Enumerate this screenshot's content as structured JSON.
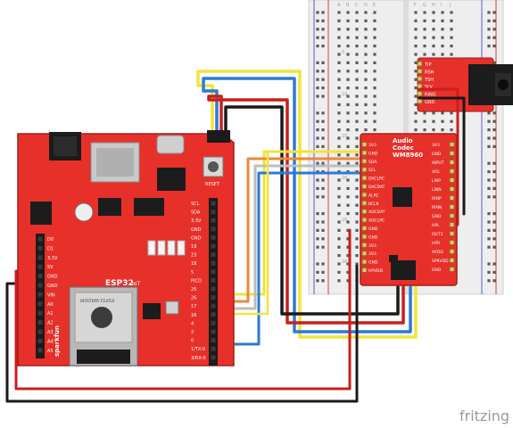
{
  "watermark": "fritzing",
  "colors": {
    "board_red": "#e8302a",
    "wire_yellow": "#f2e33b",
    "wire_red": "#c8201e",
    "wire_blue": "#2b7bd6",
    "wire_black": "#1a1a1a",
    "wire_white": "#f4f4f4",
    "wire_orange": "#e88a3a",
    "breadboard": "#eeeeee"
  },
  "esp32_board": {
    "label": "ESP32",
    "sublabel": "IoT",
    "brand": "sparkfun",
    "module_text": "ESP32-WROOM",
    "reset_label": "RESET",
    "left_pins": [
      "D0",
      "D1",
      "3.3V",
      "5V",
      "GND",
      "GND",
      "VIN",
      "A0",
      "A1",
      "A2",
      "A3",
      "A4",
      "A5"
    ],
    "right_pins": [
      "SCL",
      "SDA",
      "3.3V",
      "GND",
      "GND",
      "19",
      "23",
      "18",
      "5",
      "PICO",
      "25",
      "26",
      "17",
      "16",
      "4",
      "2",
      "0",
      "1/TX-0",
      "3/RX-0"
    ]
  },
  "audio_codec": {
    "title_line1": "Audio",
    "title_line2": "Codec",
    "title_line3": "WM8960",
    "left_pins": [
      "3V3",
      "GND",
      "SDA",
      "SCL",
      "DACLRC",
      "DACDAT",
      "ALRC",
      "BCLK",
      "ADCDAT",
      "ADCLRC",
      "GND",
      "GND",
      "3V3",
      "3V3",
      "GND",
      "HPVDD"
    ],
    "right_pins": [
      "3V3",
      "GND",
      "INPUT",
      "VOL",
      "LINP",
      "LINN",
      "RINP",
      "RINN",
      "GND",
      "HPL",
      "OUT3",
      "HPR",
      "AVDD",
      "SPKVDD",
      "GND"
    ]
  },
  "audio_jack": {
    "pins": [
      "TIP",
      "RSH",
      "TSH",
      "SLV",
      "RING",
      "GND"
    ]
  },
  "breadboard": {
    "column_letters": [
      "A",
      "B",
      "C",
      "D",
      "E",
      "F",
      "G",
      "H",
      "I",
      "J"
    ],
    "row_numbers": [
      "5",
      "10",
      "15",
      "20",
      "25",
      "30"
    ]
  }
}
